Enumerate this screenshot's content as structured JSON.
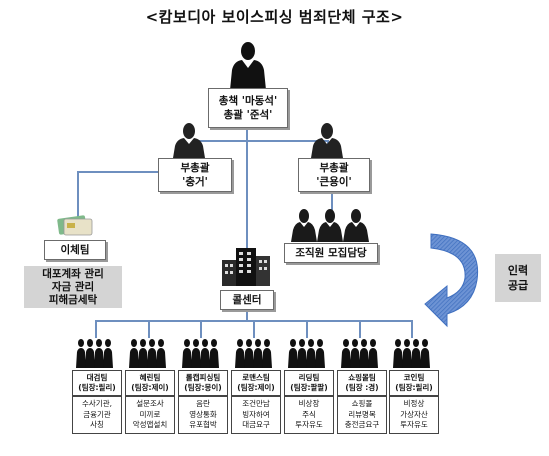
{
  "title": "<캄보디아 보이스피싱 범죄단체 구조>",
  "boss": {
    "line1": "총책 '마동석'",
    "line2": "총괄 '준석'"
  },
  "deputies": [
    {
      "line1": "부총괄",
      "line2": "'충거'"
    },
    {
      "line1": "부총괄",
      "line2": "'큰용이'"
    }
  ],
  "transfer_team": "이체팀",
  "transfer_duties": [
    "대포계좌 관리",
    "자금 관리",
    "피해금세탁"
  ],
  "recruiter": "조직원 모집담당",
  "call_center": "콜센터",
  "supply": {
    "line1": "인력",
    "line2": "공급"
  },
  "teams": [
    {
      "name": "대검팀",
      "leader": "(팀장:릴리)",
      "desc": [
        "수사기관,",
        "금융기관",
        "사칭"
      ]
    },
    {
      "name": "혜린팀",
      "leader": "(팀장:제이)",
      "desc": [
        "설문조사",
        "미끼로",
        "악성앱설치"
      ]
    },
    {
      "name": "롤캡피싱팀",
      "leader": "(팀장:몽이)",
      "desc": [
        "음란",
        "영상통화",
        "유포협박"
      ]
    },
    {
      "name": "로맨스팀",
      "leader": "(팀장:제이)",
      "desc": [
        "조건만남",
        "빙자하여",
        "대금요구"
      ]
    },
    {
      "name": "리딩팀",
      "leader": "(팀장:팔팔)",
      "desc": [
        "비상장",
        "주식",
        "투자유도"
      ]
    },
    {
      "name": "쇼핑몰팀",
      "leader": "(팀장 :경)",
      "desc": [
        "쇼핑몰",
        "리뷰명목",
        "충전금요구"
      ]
    },
    {
      "name": "코인팀",
      "leader": "(팀장:릴리)",
      "desc": [
        "비정상",
        "가상자산",
        "투자유도"
      ]
    }
  ],
  "colors": {
    "connector": "#6e8fbf",
    "arrow": "#3f6fbf",
    "panel": "#d4d4d4"
  }
}
